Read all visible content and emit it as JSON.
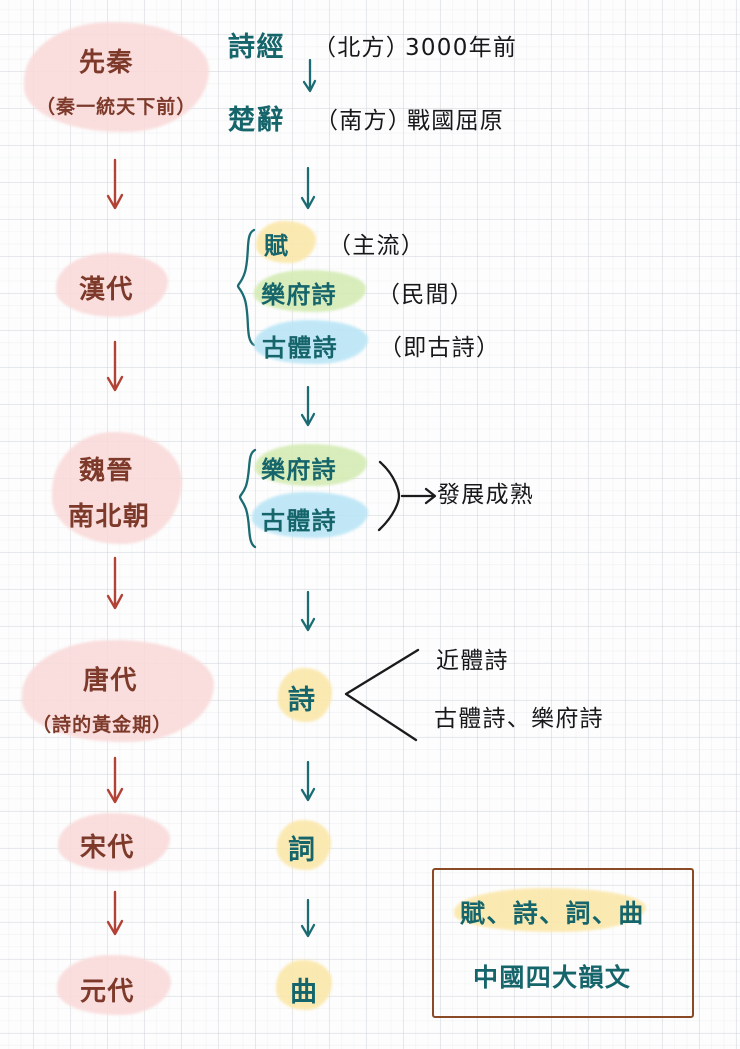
{
  "meta": {
    "title": "中國韻文發展流變圖",
    "paper": "grid-notebook",
    "colors": {
      "era_ink": "#7d3a2a",
      "era_highlight": "#fadada",
      "teal_ink": "#15656b",
      "black_ink": "#18181a",
      "red_arrow": "#b34236",
      "yellow_highlight": "#fbe7a8",
      "green_highlight": "#d3ebb2",
      "blue_highlight": "#b9e5f6",
      "box_border": "#8a4a26"
    }
  },
  "eras": [
    {
      "id": "pre-qin",
      "name": "先秦",
      "sub": "（秦一統天下前）"
    },
    {
      "id": "han",
      "name": "漢代",
      "sub": ""
    },
    {
      "id": "weijin",
      "name": "魏晉",
      "sub": "南北朝"
    },
    {
      "id": "tang",
      "name": "唐代",
      "sub": "（詩的黃金期）"
    },
    {
      "id": "song",
      "name": "宋代",
      "sub": ""
    },
    {
      "id": "yuan",
      "name": "元代",
      "sub": ""
    }
  ],
  "pre_qin": {
    "item1": "詩經",
    "item1_note": "（北方）",
    "item1_date": "3000年前",
    "item2": "楚辭",
    "item2_note": "（南方）",
    "item2_date": "戰國屈原"
  },
  "han": {
    "items": [
      {
        "label": "賦",
        "note": "（主流）",
        "highlight": "yellow"
      },
      {
        "label": "樂府詩",
        "note": "（民間）",
        "highlight": "green"
      },
      {
        "label": "古體詩",
        "note": "（即古詩）",
        "highlight": "blue"
      }
    ]
  },
  "weijin": {
    "items": [
      {
        "label": "樂府詩",
        "highlight": "green"
      },
      {
        "label": "古體詩",
        "highlight": "blue"
      }
    ],
    "result": "發展成熟"
  },
  "tang": {
    "label": "詩",
    "highlight": "yellow",
    "branches": [
      {
        "label": "近體詩"
      },
      {
        "label": "古體詩、樂府詩"
      }
    ]
  },
  "song": {
    "label": "詞",
    "highlight": "yellow"
  },
  "yuan": {
    "label": "曲",
    "highlight": "yellow"
  },
  "summary": {
    "line1": "賦、詩、詞、曲",
    "line2": "中國四大韻文"
  }
}
